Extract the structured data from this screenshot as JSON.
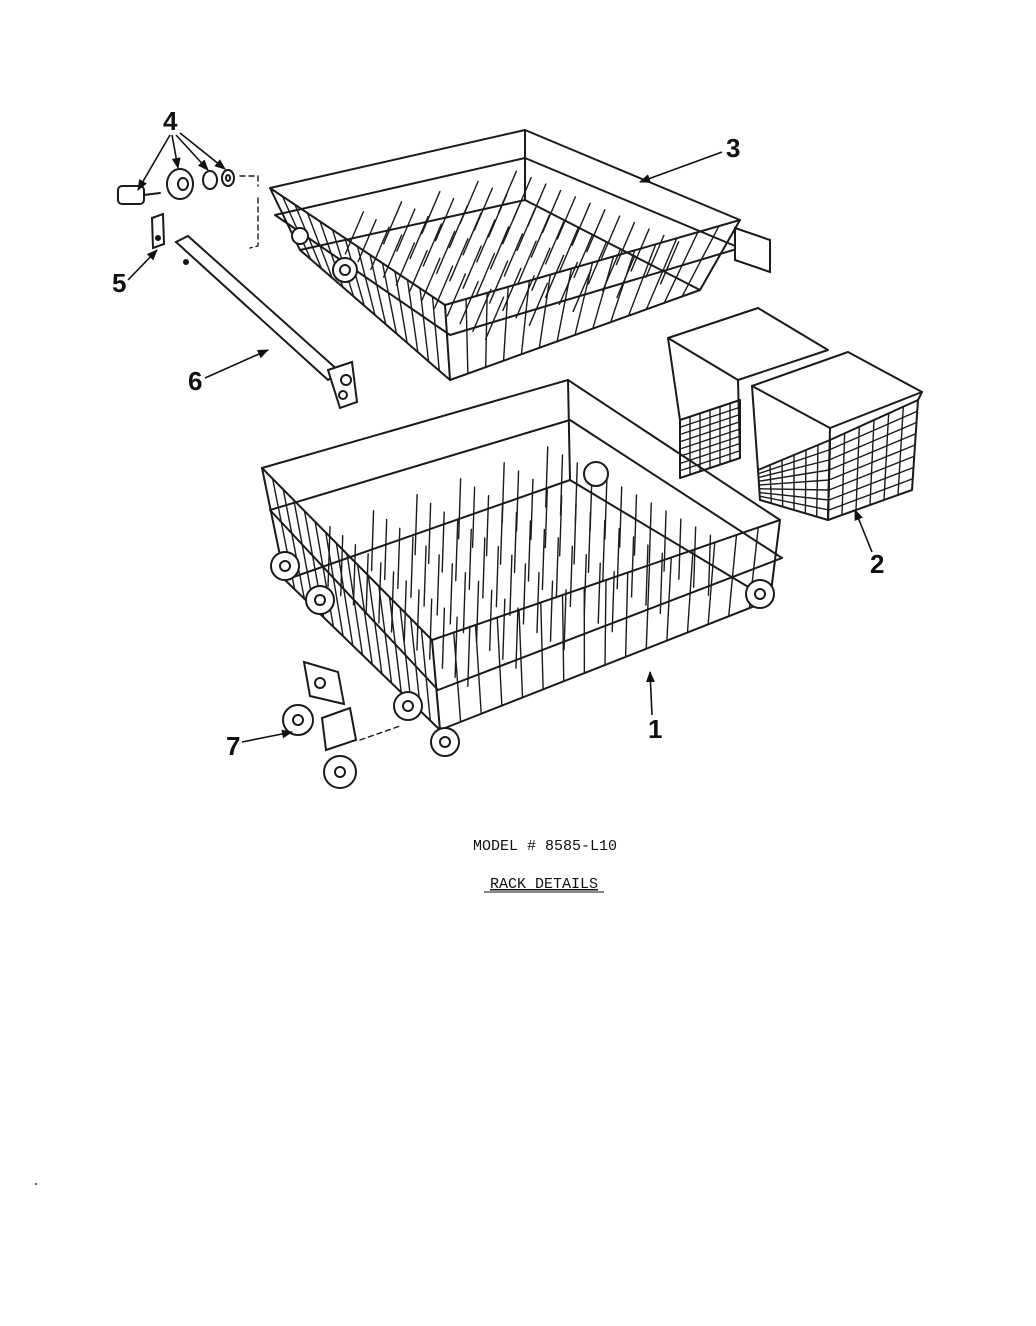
{
  "callouts": [
    "1",
    "2",
    "3",
    "4",
    "5",
    "6",
    "7"
  ],
  "caption": {
    "model": "MODEL # 8585-L10",
    "title": "RACK DETAILS"
  },
  "colors": {
    "ink": "#111111",
    "paper": "#ffffff"
  }
}
